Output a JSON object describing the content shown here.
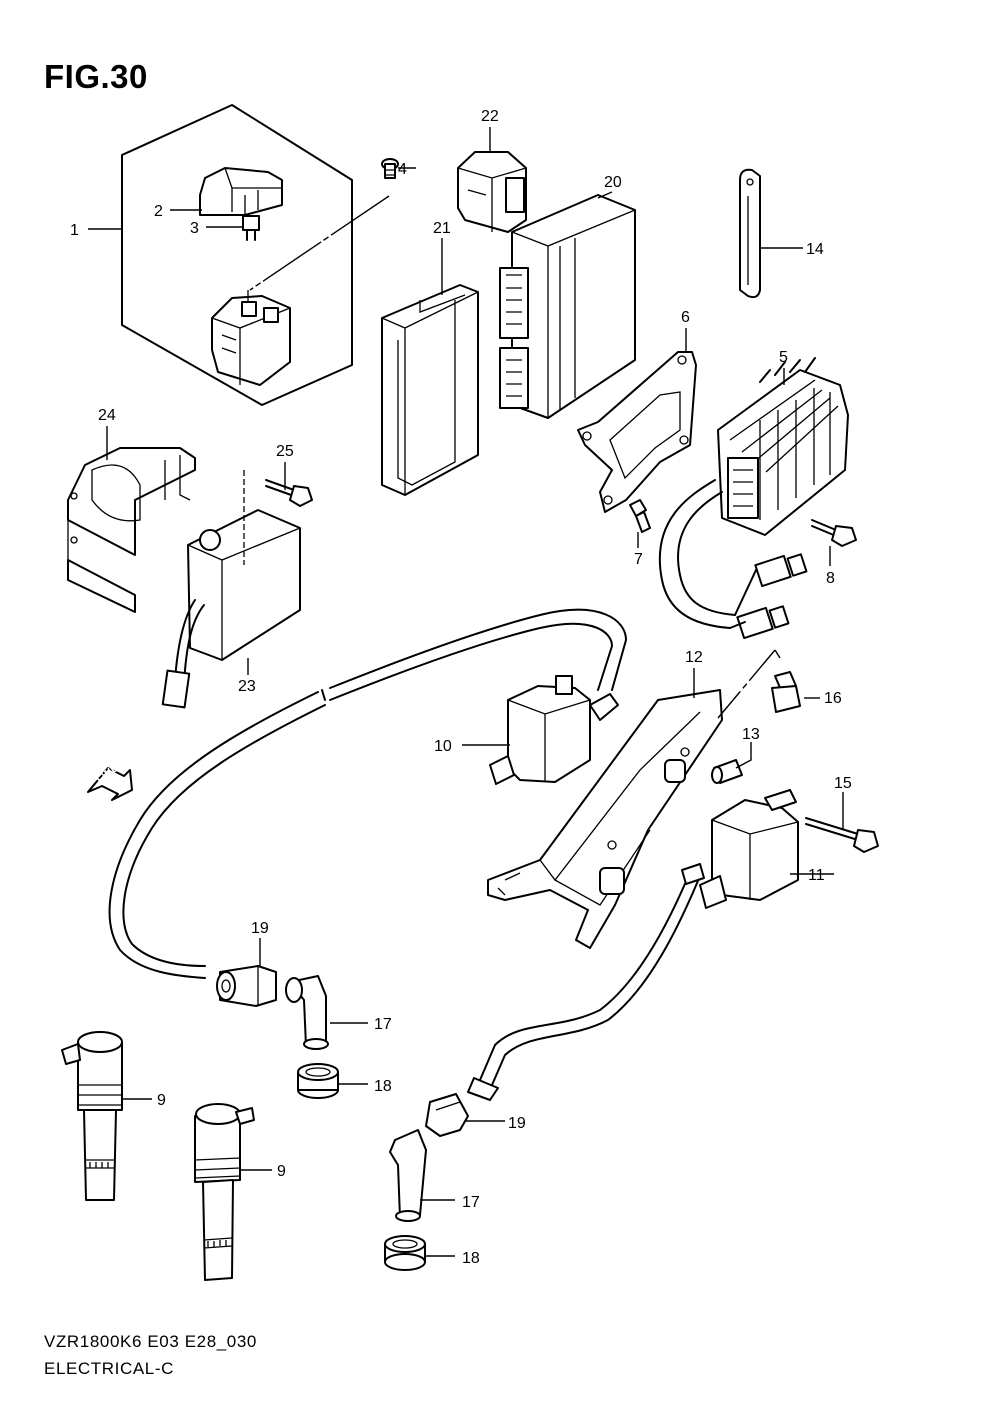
{
  "figure": {
    "title": "FIG.30",
    "model_code": "VZR1800K6  E03  E28_030",
    "group_name": "ELECTRICAL-C",
    "fwd_label": "FWD"
  },
  "callouts": {
    "c1": "1",
    "c2": "2",
    "c3": "3",
    "c4": "4",
    "c5": "5",
    "c6": "6",
    "c7": "7",
    "c8": "8",
    "c9a": "9",
    "c9b": "9",
    "c10": "10",
    "c11": "11",
    "c12": "12",
    "c13": "13",
    "c14": "14",
    "c15": "15",
    "c16": "16",
    "c17a": "17",
    "c17b": "17",
    "c18a": "18",
    "c18b": "18",
    "c19a": "19",
    "c19b": "19",
    "c20": "20",
    "c21": "21",
    "c22": "22",
    "c23": "23",
    "c24": "24",
    "c25": "25"
  }
}
